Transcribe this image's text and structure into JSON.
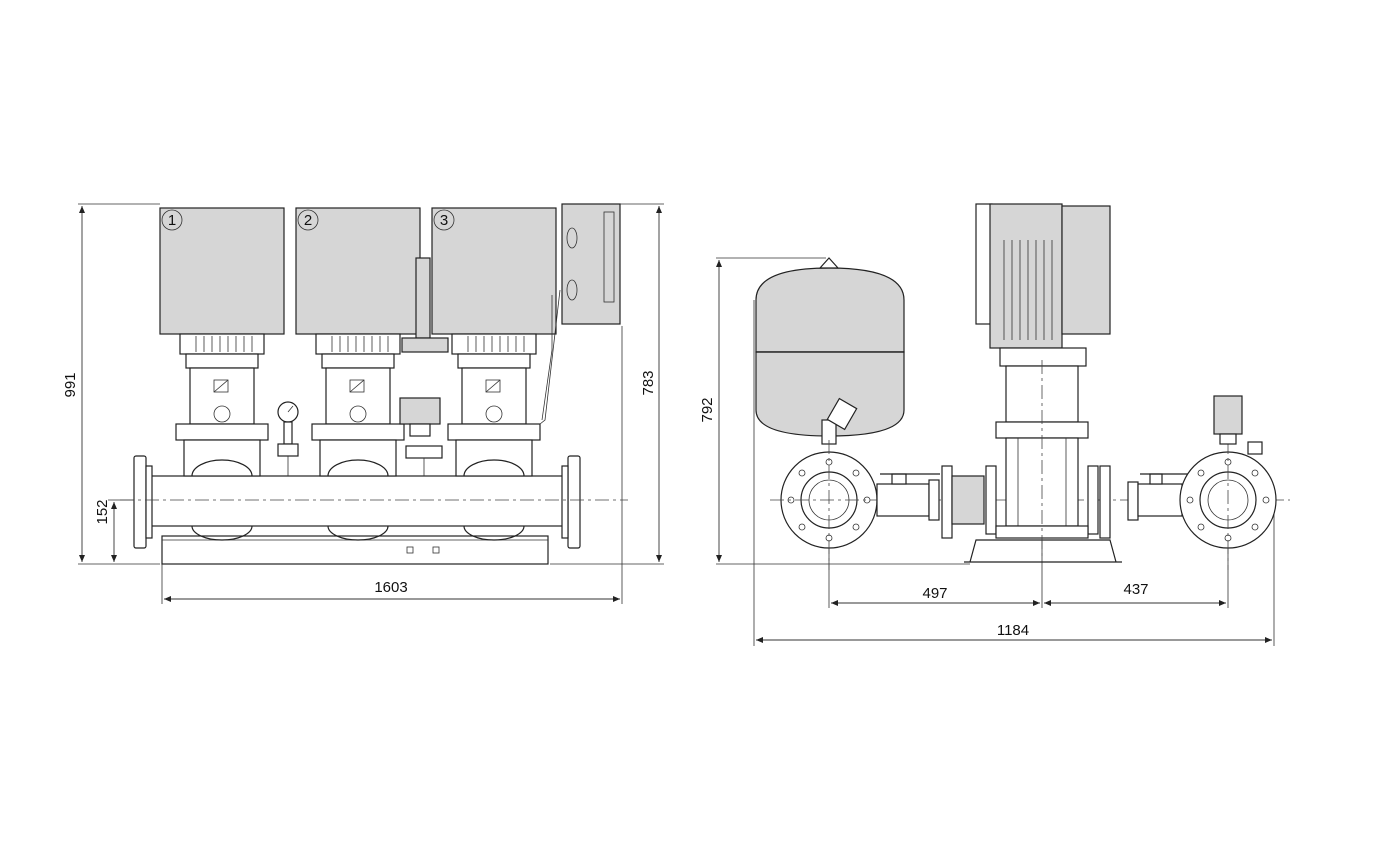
{
  "drawing": {
    "front_view": {
      "pump_labels": [
        "1",
        "2",
        "3"
      ],
      "dim_height_total": "991",
      "dim_height_pipe": "152",
      "dim_width": "1603",
      "dim_height_control": "783"
    },
    "side_view": {
      "dim_height_tank": "792",
      "dim_left_to_center": "497",
      "dim_center_to_right": "437",
      "dim_total_width": "1184"
    }
  }
}
